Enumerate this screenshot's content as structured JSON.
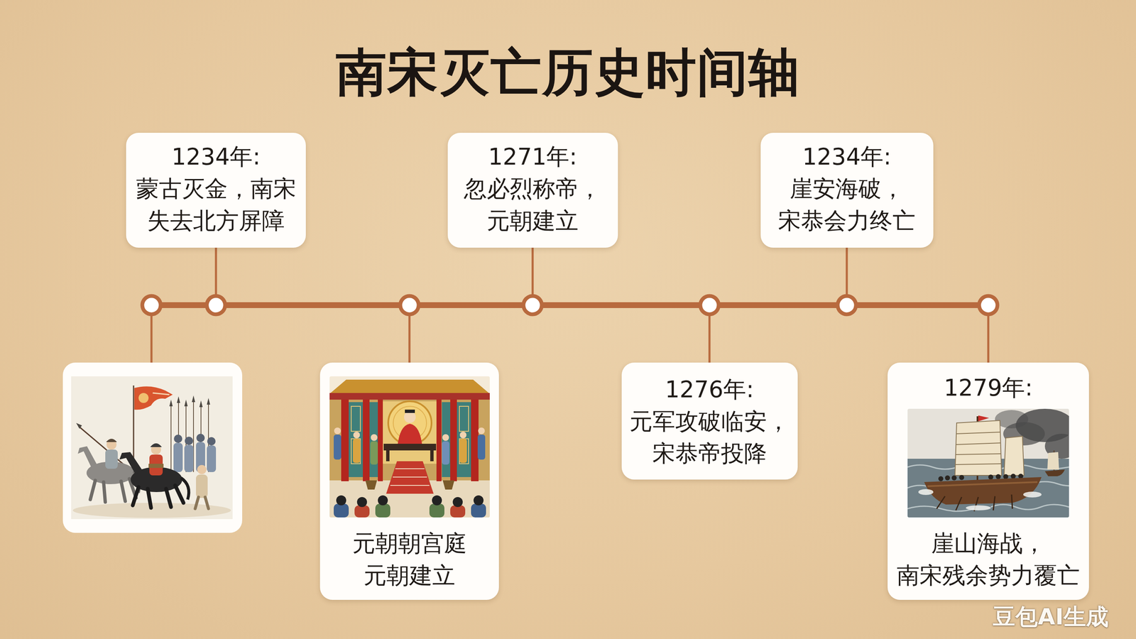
{
  "diagram": {
    "title": "南宋灭亡历史时间轴",
    "nodes": [
      {
        "text": [
          "1234年:",
          "蒙古灭金，南宋失去北方屏障"
        ]
      },
      {
        "text": [
          "元朝朝宫庭 元朝建立"
        ]
      },
      {
        "text": [
          "1271年:",
          "忽必烈称帝，元朝建立"
        ]
      },
      {
        "text": [
          "1276年:",
          "元军攻破临安，宋恭帝投降"
        ]
      },
      {
        "text": [
          "1234年:",
          "崖安海破，宋恭会力终亡"
        ]
      },
      {
        "text": [
          "1279年:",
          "崖山海战，南宋残余势力覆亡"
        ]
      }
    ],
    "labels": [
      "豆包AI生成"
    ]
  }
}
